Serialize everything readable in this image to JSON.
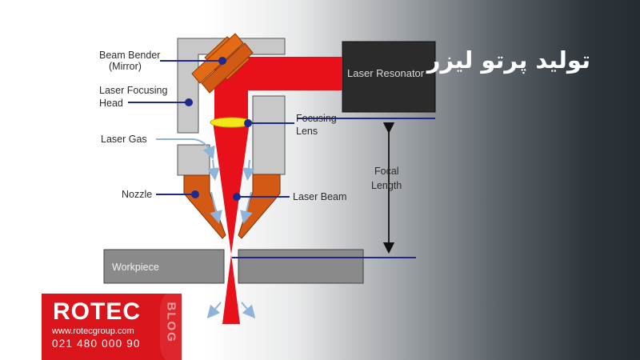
{
  "title": "تولید پرتو لیزر",
  "diagram": {
    "labels": {
      "beam_bender": "Beam Bender",
      "mirror": "(Mirror)",
      "laser_focusing": "Laser Focusing",
      "head": "Head",
      "laser_gas": "Laser Gas",
      "nozzle": "Nozzle",
      "focusing": "Focusing",
      "lens": "Lens",
      "laser_beam": "Laser Beam",
      "laser_resonator": "Laser Resonator",
      "focal": "Focal",
      "length": "Length",
      "workpiece": "Workpiece"
    },
    "colors": {
      "beam": "#e8101a",
      "nozzle": "#d35a14",
      "head_gray": "#c8c8c8",
      "lens": "#f5e61a",
      "pointer": "#1d2a8c",
      "gas_arrow": "#8fb4d8",
      "resonator": "#2b2b2b"
    }
  },
  "badge": {
    "name": "ROTEC",
    "website": "www.rotecgroup.com",
    "phone": "021 480 000 90",
    "side_text": "BLOG",
    "color": "#d9151b"
  }
}
